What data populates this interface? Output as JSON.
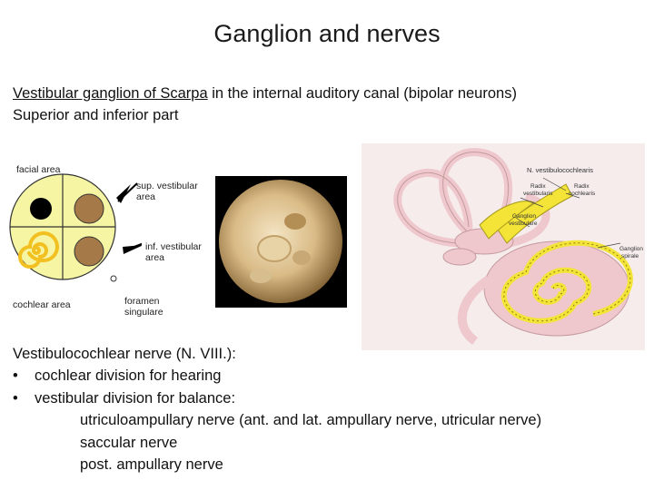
{
  "title": "Ganglion and nerves",
  "intro": {
    "term": "Vestibular ganglion of  Scarpa",
    "rest": " in the internal auditory canal (bipolar neurons)",
    "line2": "Superior and inferior part"
  },
  "diagram": {
    "facial": "facial area",
    "sup": [
      "sup. vestibular",
      "area"
    ],
    "inf": [
      "inf. vestibular",
      "area"
    ],
    "cochlear": "cochlear area",
    "foramen": [
      "foramen",
      "singulare"
    ],
    "colors": {
      "fill": "#f5f5a3",
      "brown": "#a67a48",
      "spiral": "#f2c020",
      "black": "#000000"
    }
  },
  "illustration": {
    "labels": {
      "n_vc": "N. vestibulocochlearis",
      "radix_v": [
        "Radix",
        "vestibularis"
      ],
      "radix_c": [
        "Radix",
        "cochlearis"
      ],
      "gang_v": [
        "Ganglion",
        "vestibulare"
      ],
      "gang_s": [
        "Ganglion",
        "spirale"
      ]
    },
    "colors": {
      "bg": "#f6ecec",
      "labyrinth": "#eec8cc",
      "nerve": "#f3e437"
    }
  },
  "nerve": {
    "heading": "Vestibulocochlear nerve (N. VIII.):",
    "bullets": [
      "cochlear division for hearing",
      "vestibular division for balance:"
    ],
    "subs": [
      "utriculoampullary nerve (ant. and lat. ampullary nerve, utricular nerve)",
      "saccular nerve",
      "post. ampullary nerve"
    ]
  }
}
